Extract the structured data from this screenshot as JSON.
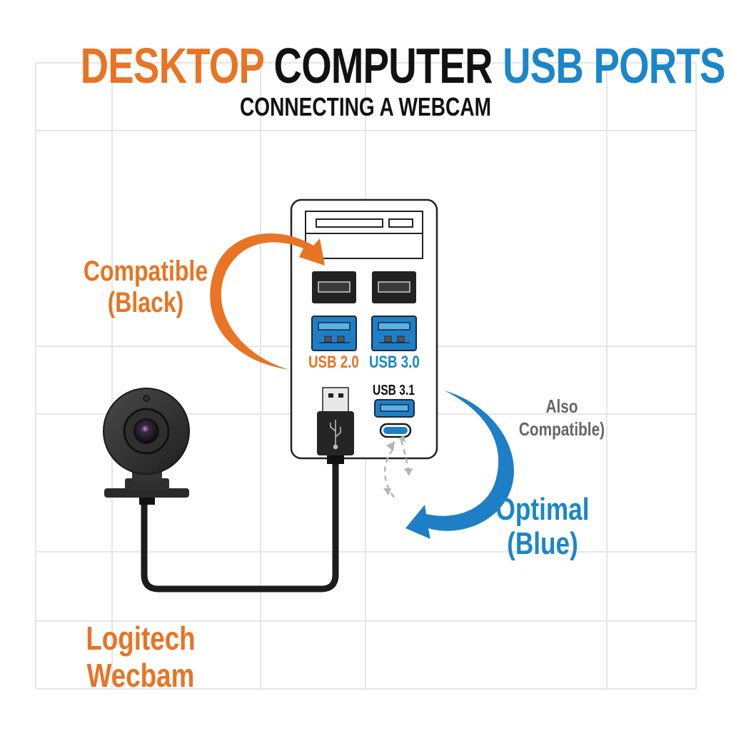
{
  "title": {
    "part1": "DESKTOP",
    "part2": "COMPUTER",
    "part3": "USB PORTS"
  },
  "subtitle": "CONNECTING A WEBCAM",
  "colors": {
    "orange": "#e87424",
    "black": "#111111",
    "blue": "#1b86c8",
    "gray": "#666666"
  },
  "callouts": {
    "compatible_line1": "Compatible",
    "compatible_line2": "(Black)",
    "optimal_line1": "Optimal",
    "optimal_line2": "(Blue)",
    "also_line1": "Also",
    "also_line2": "Compatible)"
  },
  "ports": {
    "usb20_label": "USB 2.0",
    "usb30_label": "USB 3.0",
    "usb31_label": "USB 3.1"
  },
  "device": {
    "webcam_line1": "Logitech",
    "webcam_line2": "Wecbam"
  },
  "icons": {
    "usb_symbol": "usb-trident-icon"
  }
}
